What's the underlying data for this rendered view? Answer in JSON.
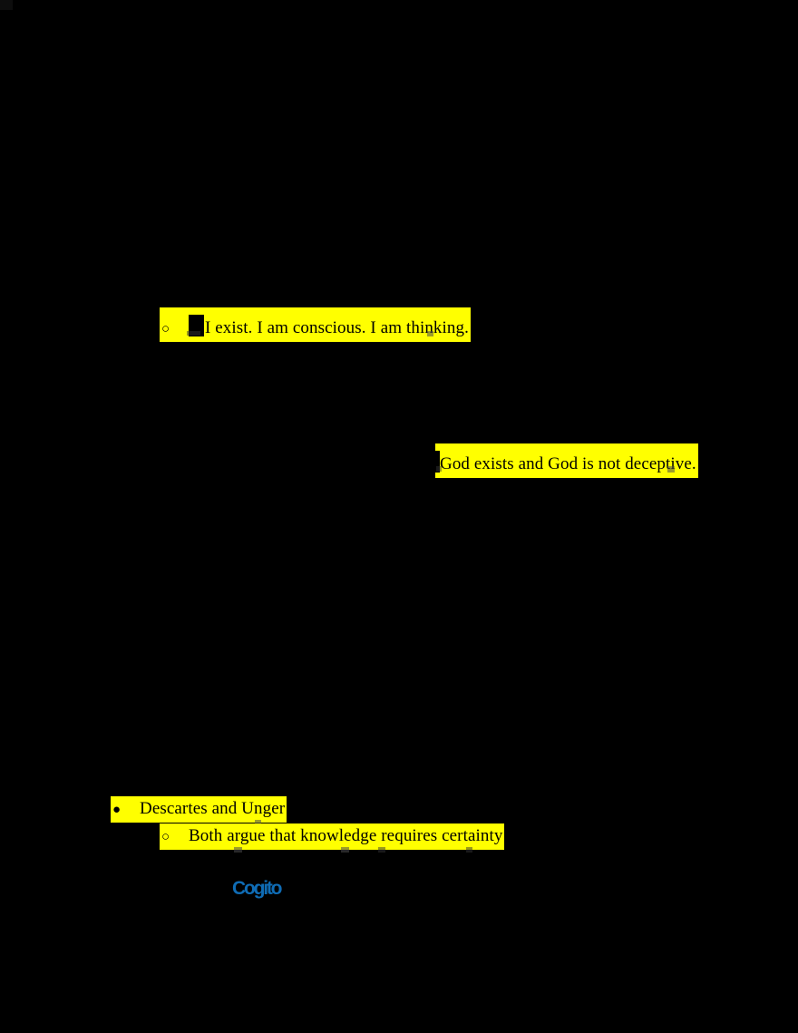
{
  "document": {
    "type": "outline-notes",
    "background_color": "#000000",
    "highlight_color": "#FFFF00",
    "text_color": "#000000",
    "blue_fragment_color": "#0F6CB5",
    "note": "Lecture outline page; only highlighted runs are legible, remaining body text renders black-on-black."
  },
  "lines": [
    {
      "id": "line-exist",
      "bullet": "○",
      "bullet_type": "circle",
      "redacted_prefix": true,
      "text": "I exist. I am conscious. I am thinking.",
      "highlight": "#FFFF00"
    },
    {
      "id": "line-god",
      "bullet": "",
      "bullet_type": "none",
      "redacted_prefix": true,
      "text": "God exists and God is not deceptive.",
      "highlight": "#FFFF00"
    },
    {
      "id": "line-desc",
      "bullet": "●",
      "bullet_type": "disc",
      "redacted_prefix": false,
      "text": "Descartes and Unger",
      "highlight": "#FFFF00"
    },
    {
      "id": "line-both",
      "bullet": "○",
      "bullet_type": "circle",
      "redacted_prefix": false,
      "text": "Both argue that knowledge requires certainty",
      "highlight": "#FFFF00"
    }
  ],
  "blue_fragment": {
    "text": "Cogito",
    "color": "#0F6CB5",
    "legible": false
  }
}
